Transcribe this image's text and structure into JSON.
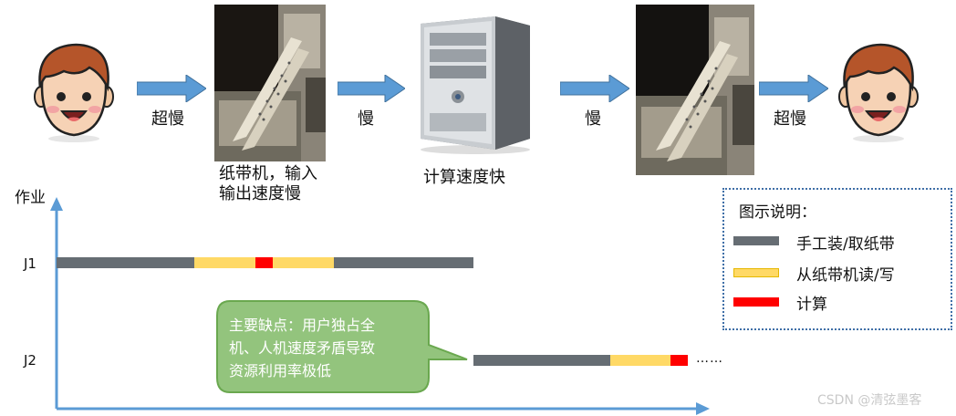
{
  "flow": {
    "arrow_labels": [
      "超慢",
      "慢",
      "慢",
      "超慢"
    ],
    "captions": {
      "paper_tape_line1": "纸带机，输入",
      "paper_tape_line2": "输出速度慢",
      "computer": "计算速度快"
    }
  },
  "timeline": {
    "y_axis_label": "作业",
    "jobs": [
      {
        "label": "J1",
        "segments": [
          "手工装/取纸带",
          "从纸带机读/写",
          "计算",
          "从纸带机读/写",
          "手工装/取纸带"
        ]
      },
      {
        "label": "J2",
        "segments": [
          "手工装/取纸带",
          "从纸带机读/写",
          "计算"
        ]
      }
    ],
    "continuation": "……"
  },
  "callout": {
    "lines": [
      "主要缺点：用户独占全",
      "机、人机速度矛盾导致",
      "资源利用率极低"
    ]
  },
  "legend": {
    "title": "图示说明：",
    "items": [
      {
        "label": "手工装/取纸带",
        "color": "#666d73"
      },
      {
        "label": "从纸带机读/写",
        "color": "#ffd966"
      },
      {
        "label": "计算",
        "color": "#ff0000"
      }
    ]
  },
  "watermark": "CSDN @清弦墨客"
}
